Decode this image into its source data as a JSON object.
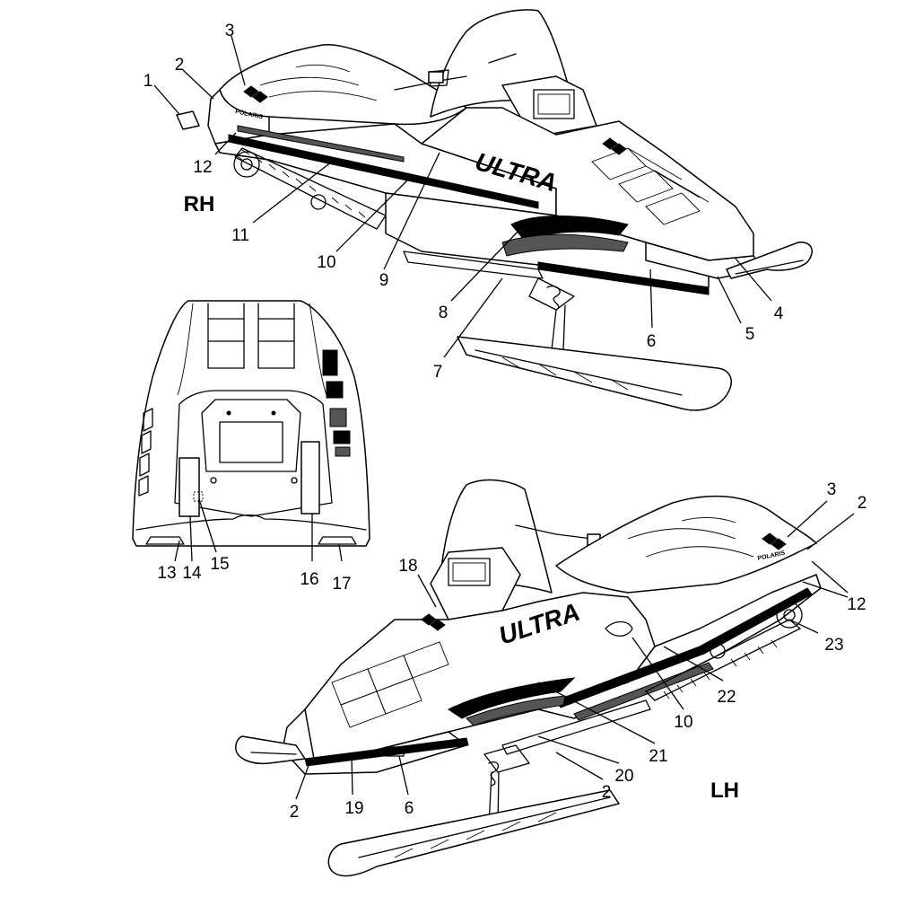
{
  "side_labels": {
    "right": "RH",
    "left": "LH"
  },
  "decals": {
    "model_name": "ULTRA",
    "brand": "POLARIS"
  },
  "callouts": {
    "c1": "1",
    "c2a": "2",
    "c3a": "3",
    "c12a": "12",
    "c11": "11",
    "c10a": "10",
    "c9": "9",
    "c8": "8",
    "c7": "7",
    "c6a": "6",
    "c5": "5",
    "c4": "4",
    "c13": "13",
    "c14": "14",
    "c15": "15",
    "c16": "16",
    "c17": "17",
    "c18": "18",
    "c3b": "3",
    "c2b": "2",
    "c12b": "12",
    "c23": "23",
    "c22": "22",
    "c10b": "10",
    "c21": "21",
    "c20": "20",
    "c2c": "2",
    "c2d": "2",
    "c19": "19",
    "c6b": "6"
  }
}
